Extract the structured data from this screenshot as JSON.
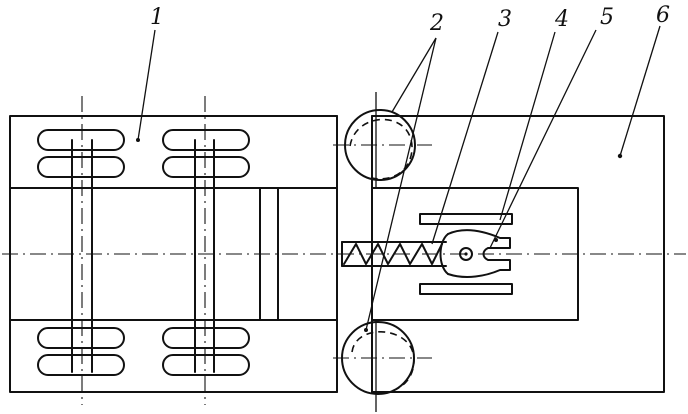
{
  "callouts": [
    {
      "id": "callout-1",
      "label": "1"
    },
    {
      "id": "callout-2",
      "label": "2"
    },
    {
      "id": "callout-3",
      "label": "3"
    },
    {
      "id": "callout-4",
      "label": "4"
    },
    {
      "id": "callout-5",
      "label": "5"
    },
    {
      "id": "callout-6",
      "label": "6"
    }
  ],
  "colors": {
    "ink": "#111111",
    "paper": "#ffffff"
  }
}
